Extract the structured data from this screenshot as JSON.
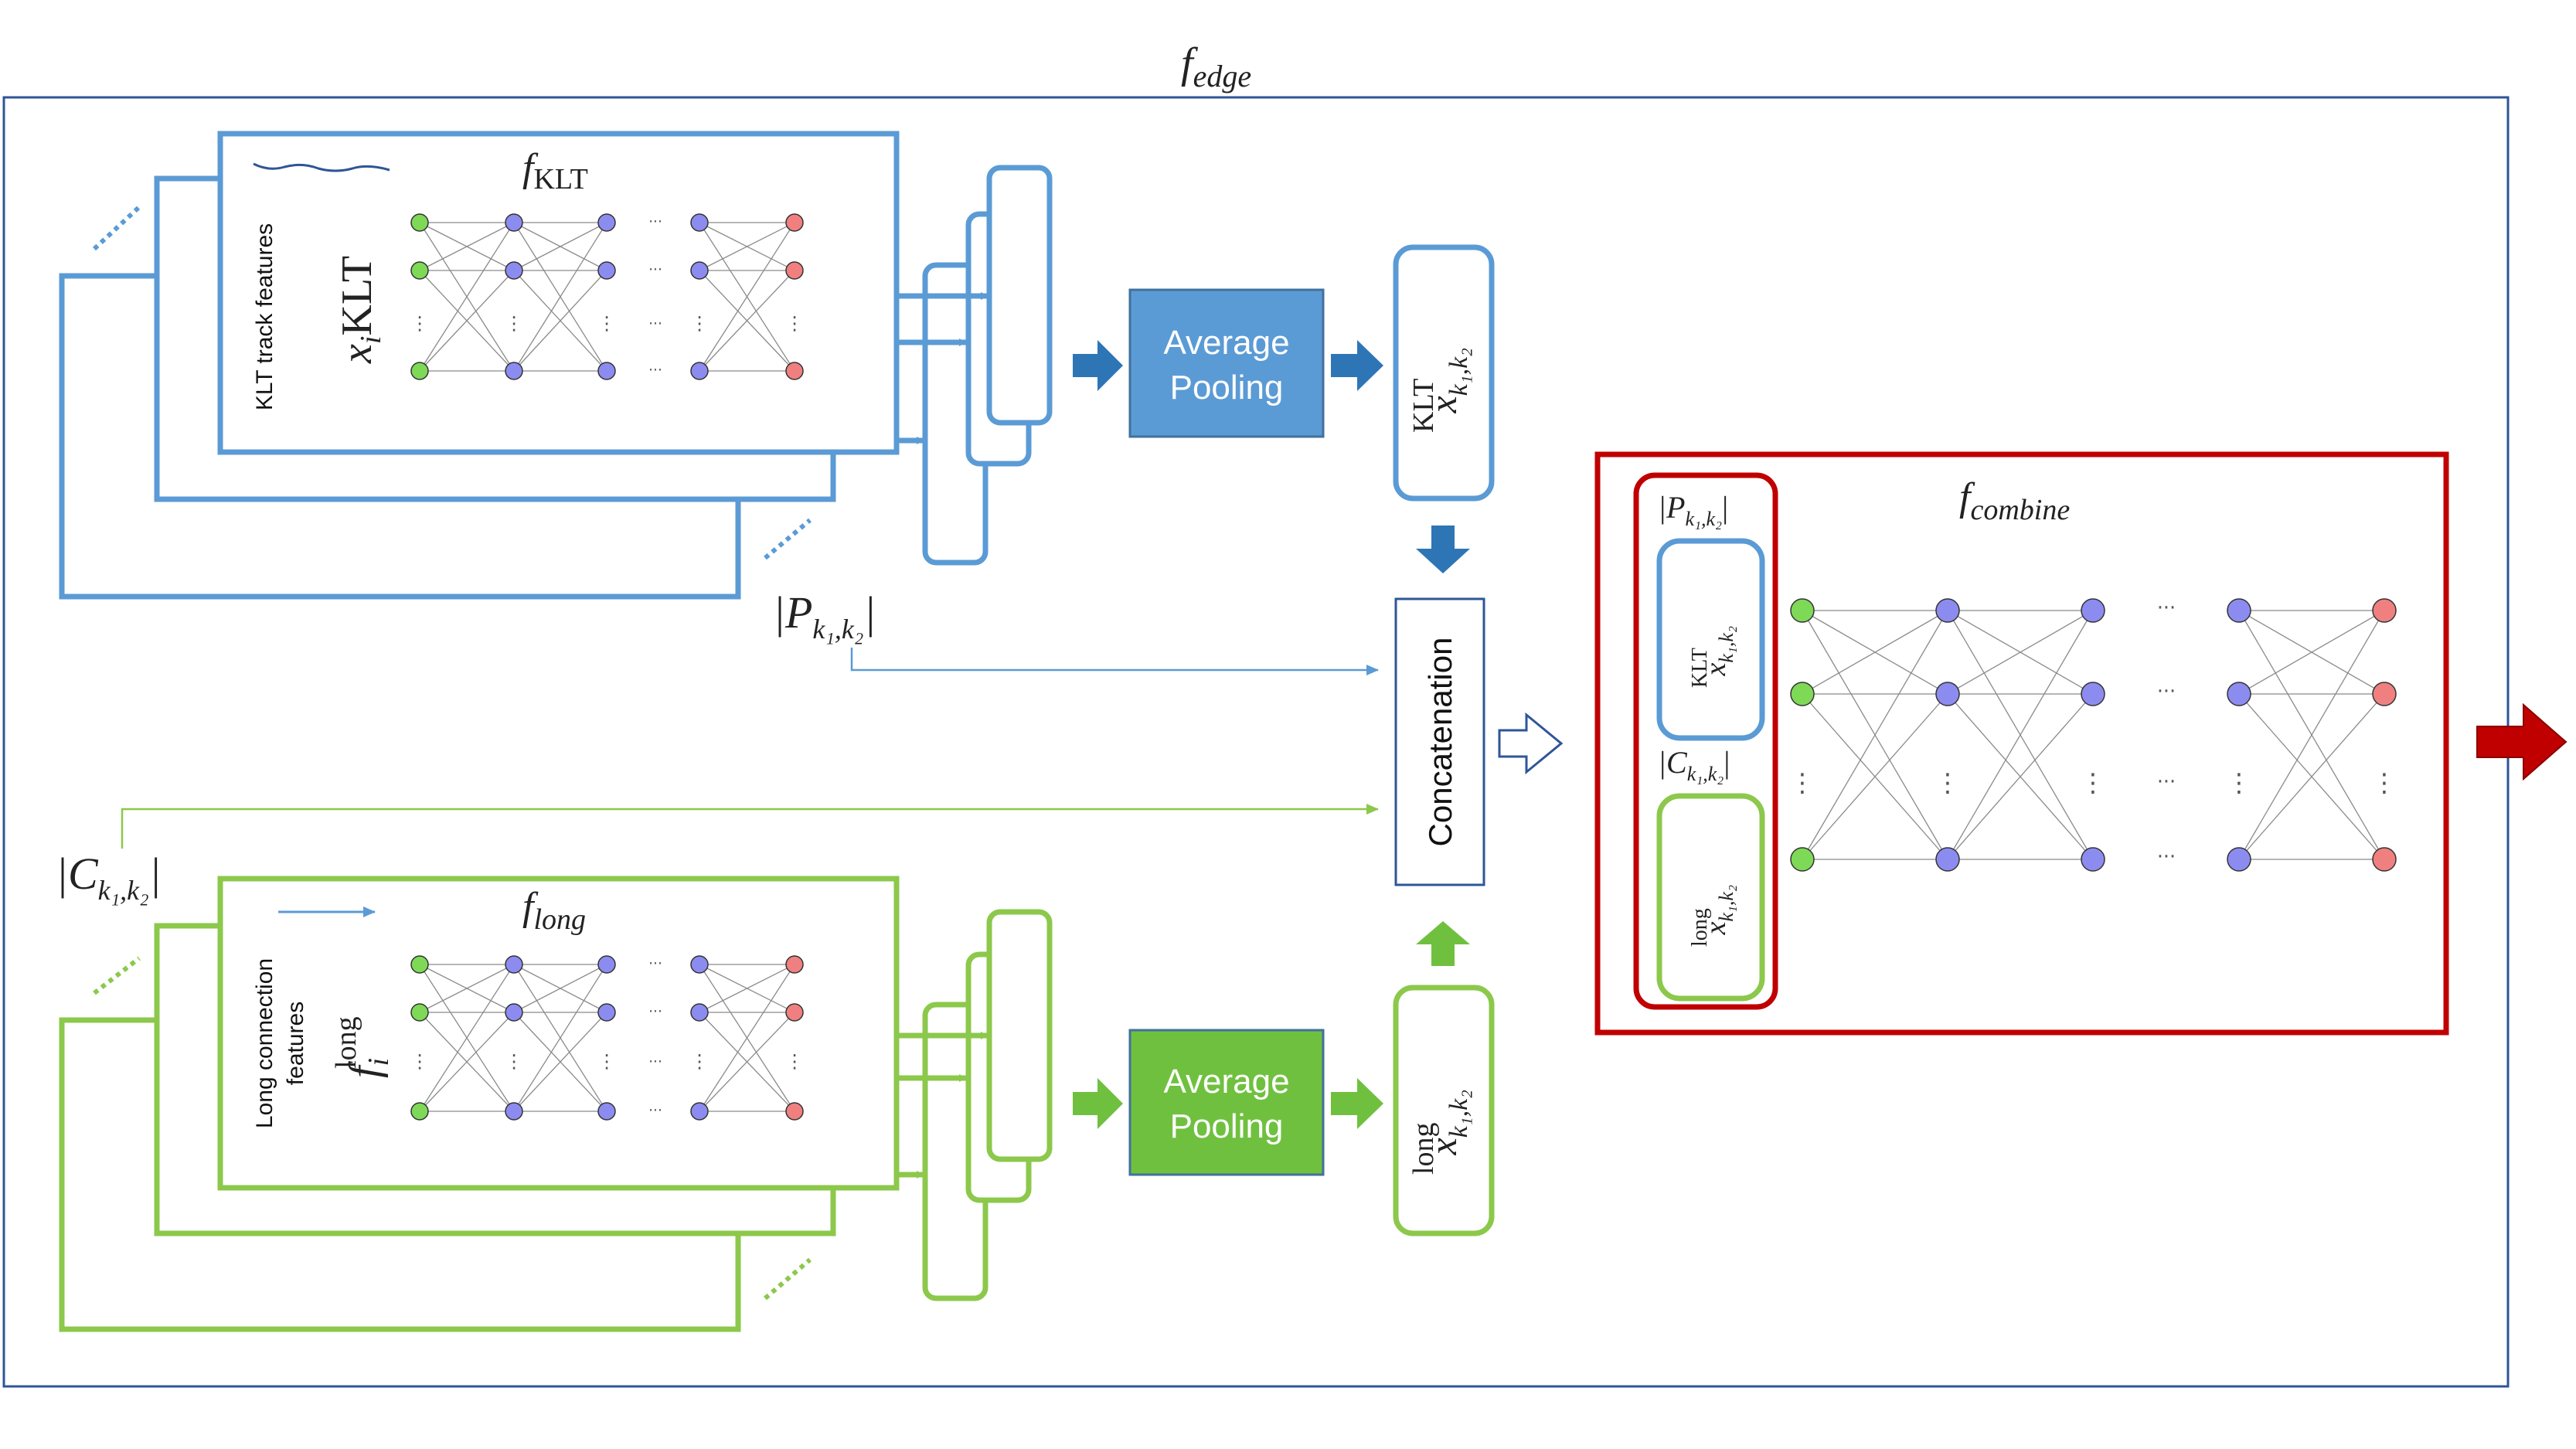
{
  "title": {
    "base": "f",
    "sub": "edge"
  },
  "colors": {
    "klt": "#5B9BD5",
    "long": "#8CC84B",
    "combine": "#C00000",
    "frame": "#2F5597",
    "node_input": "#7ED957",
    "node_hidden": "#8C8CF0",
    "node_output": "#F08080",
    "pool_klt_fill": "#5B9BD5",
    "pool_long_fill": "#70C040",
    "output_arrow": "#C00000"
  },
  "klt_branch": {
    "net_title": {
      "base": "f",
      "sub": "KLT"
    },
    "side_label": "KLT track features",
    "input_var": {
      "base": "x",
      "sub": "i",
      "sup": "KLT"
    },
    "pooling_label_line1": "Average",
    "pooling_label_line2": "Pooling",
    "pooled_var": {
      "base": "x",
      "sub": "k₁,k₂",
      "sup": "KLT"
    },
    "count_label": "|P",
    "count_sub": "k₁,k₂",
    "count_close": "|"
  },
  "long_branch": {
    "net_title": {
      "base": "f",
      "sub": "long"
    },
    "side_label_line1": "Long connection",
    "side_label_line2": "features",
    "input_var": {
      "base": "f",
      "sub": "i",
      "sup": "long"
    },
    "pooling_label_line1": "Average",
    "pooling_label_line2": "Pooling",
    "pooled_var": {
      "base": "x",
      "sub": "k₁,k₂",
      "sup": "long"
    },
    "count_label": "|C",
    "count_sub": "k₁,k₂",
    "count_close": "|"
  },
  "concatenation_label": "Concatenation",
  "combine": {
    "net_title": {
      "base": "f",
      "sub": "combine"
    },
    "p_label": "|P",
    "p_sub": "k₁,k₂",
    "c_label": "|C",
    "c_sub": "k₁,k₂",
    "x_klt": {
      "base": "x",
      "sub": "k₁,k₂",
      "sup": "KLT"
    },
    "x_long": {
      "base": "x",
      "sub": "k₁,k₂",
      "sup": "long"
    }
  },
  "ellipsis": "···",
  "vdots": "⋮"
}
